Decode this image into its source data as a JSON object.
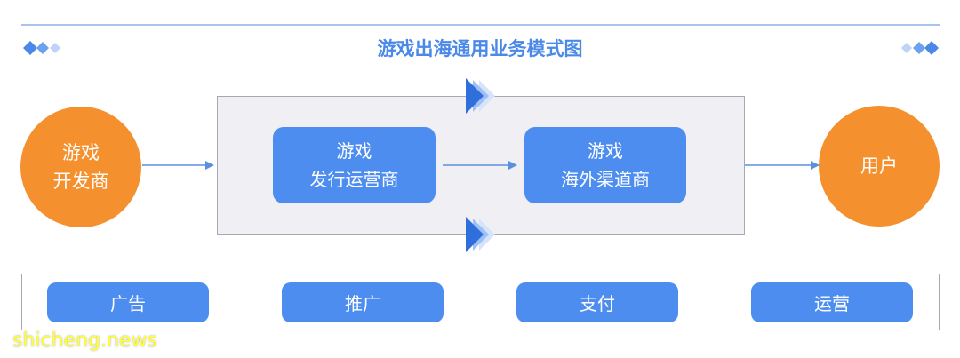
{
  "title": "游戏出海通用业务模式图",
  "nodes": {
    "developer": "游戏\n开发商",
    "publisher": "游戏\n发行运营商",
    "overseas_channel": "游戏\n海外渠道商",
    "user": "用户"
  },
  "services": [
    "广告",
    "推广",
    "支付",
    "运营"
  ],
  "watermark": "shicheng.news",
  "colors": {
    "title": "#4a89e8",
    "node_blue": "#4d8df0",
    "circle_orange": "#f5902e",
    "panel_gray": "#f0f0f4",
    "arrow": "#5b8fe0",
    "watermark": "#ffff33"
  },
  "icons": {
    "flow_arrow": "arrow-right-icon",
    "banner_arrow": "triangle-fade-icon",
    "decoration": "diamond-icon"
  }
}
